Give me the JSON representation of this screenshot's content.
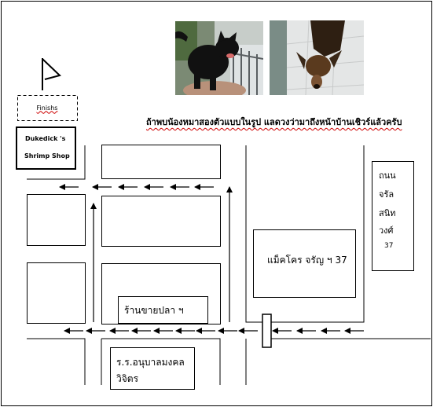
{
  "notice": "ถ้าพบน้องหมาสองตัวแบบในรูป แลดวงว่ามาถึงหน้าบ้านเชิวร์แล้วครับ",
  "finish_label": "Finishs",
  "shop": {
    "line1": "Dukedick 's",
    "line2": "Shrimp Shop"
  },
  "road_label": [
    "ถนน",
    "จรัล",
    "สนิท",
    "วงศ์",
    "37"
  ],
  "makro_label": "แม็คโคร จรัญ ฯ 37",
  "fish_shop_label": "ร้านขายปลา ฯ",
  "school": {
    "line1": "ร.ร.อนุบาลมงคล",
    "line2": "วิจิตร"
  },
  "photos": [
    {
      "name": "black-dog-photo",
      "subject_color": "#111111"
    },
    {
      "name": "brown-dog-photo",
      "subject_color": "#5a3a1e"
    }
  ],
  "colors": {
    "line": "#000000",
    "spellcheck": "#cc0000"
  }
}
